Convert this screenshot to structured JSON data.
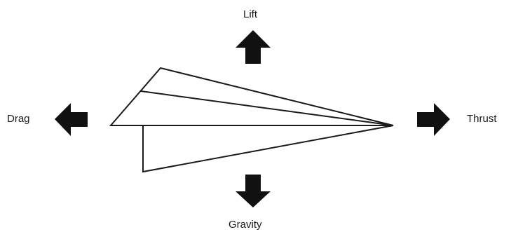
{
  "forces": {
    "lift": {
      "label": "Lift",
      "icon": "arrow-up-icon"
    },
    "drag": {
      "label": "Drag",
      "icon": "arrow-left-icon"
    },
    "thrust": {
      "label": "Thrust",
      "icon": "arrow-right-icon"
    },
    "gravity": {
      "label": "Gravity",
      "icon": "arrow-down-icon"
    }
  },
  "colors": {
    "arrow": "#111111",
    "outline": "#1a1a1a",
    "background": "#ffffff"
  }
}
